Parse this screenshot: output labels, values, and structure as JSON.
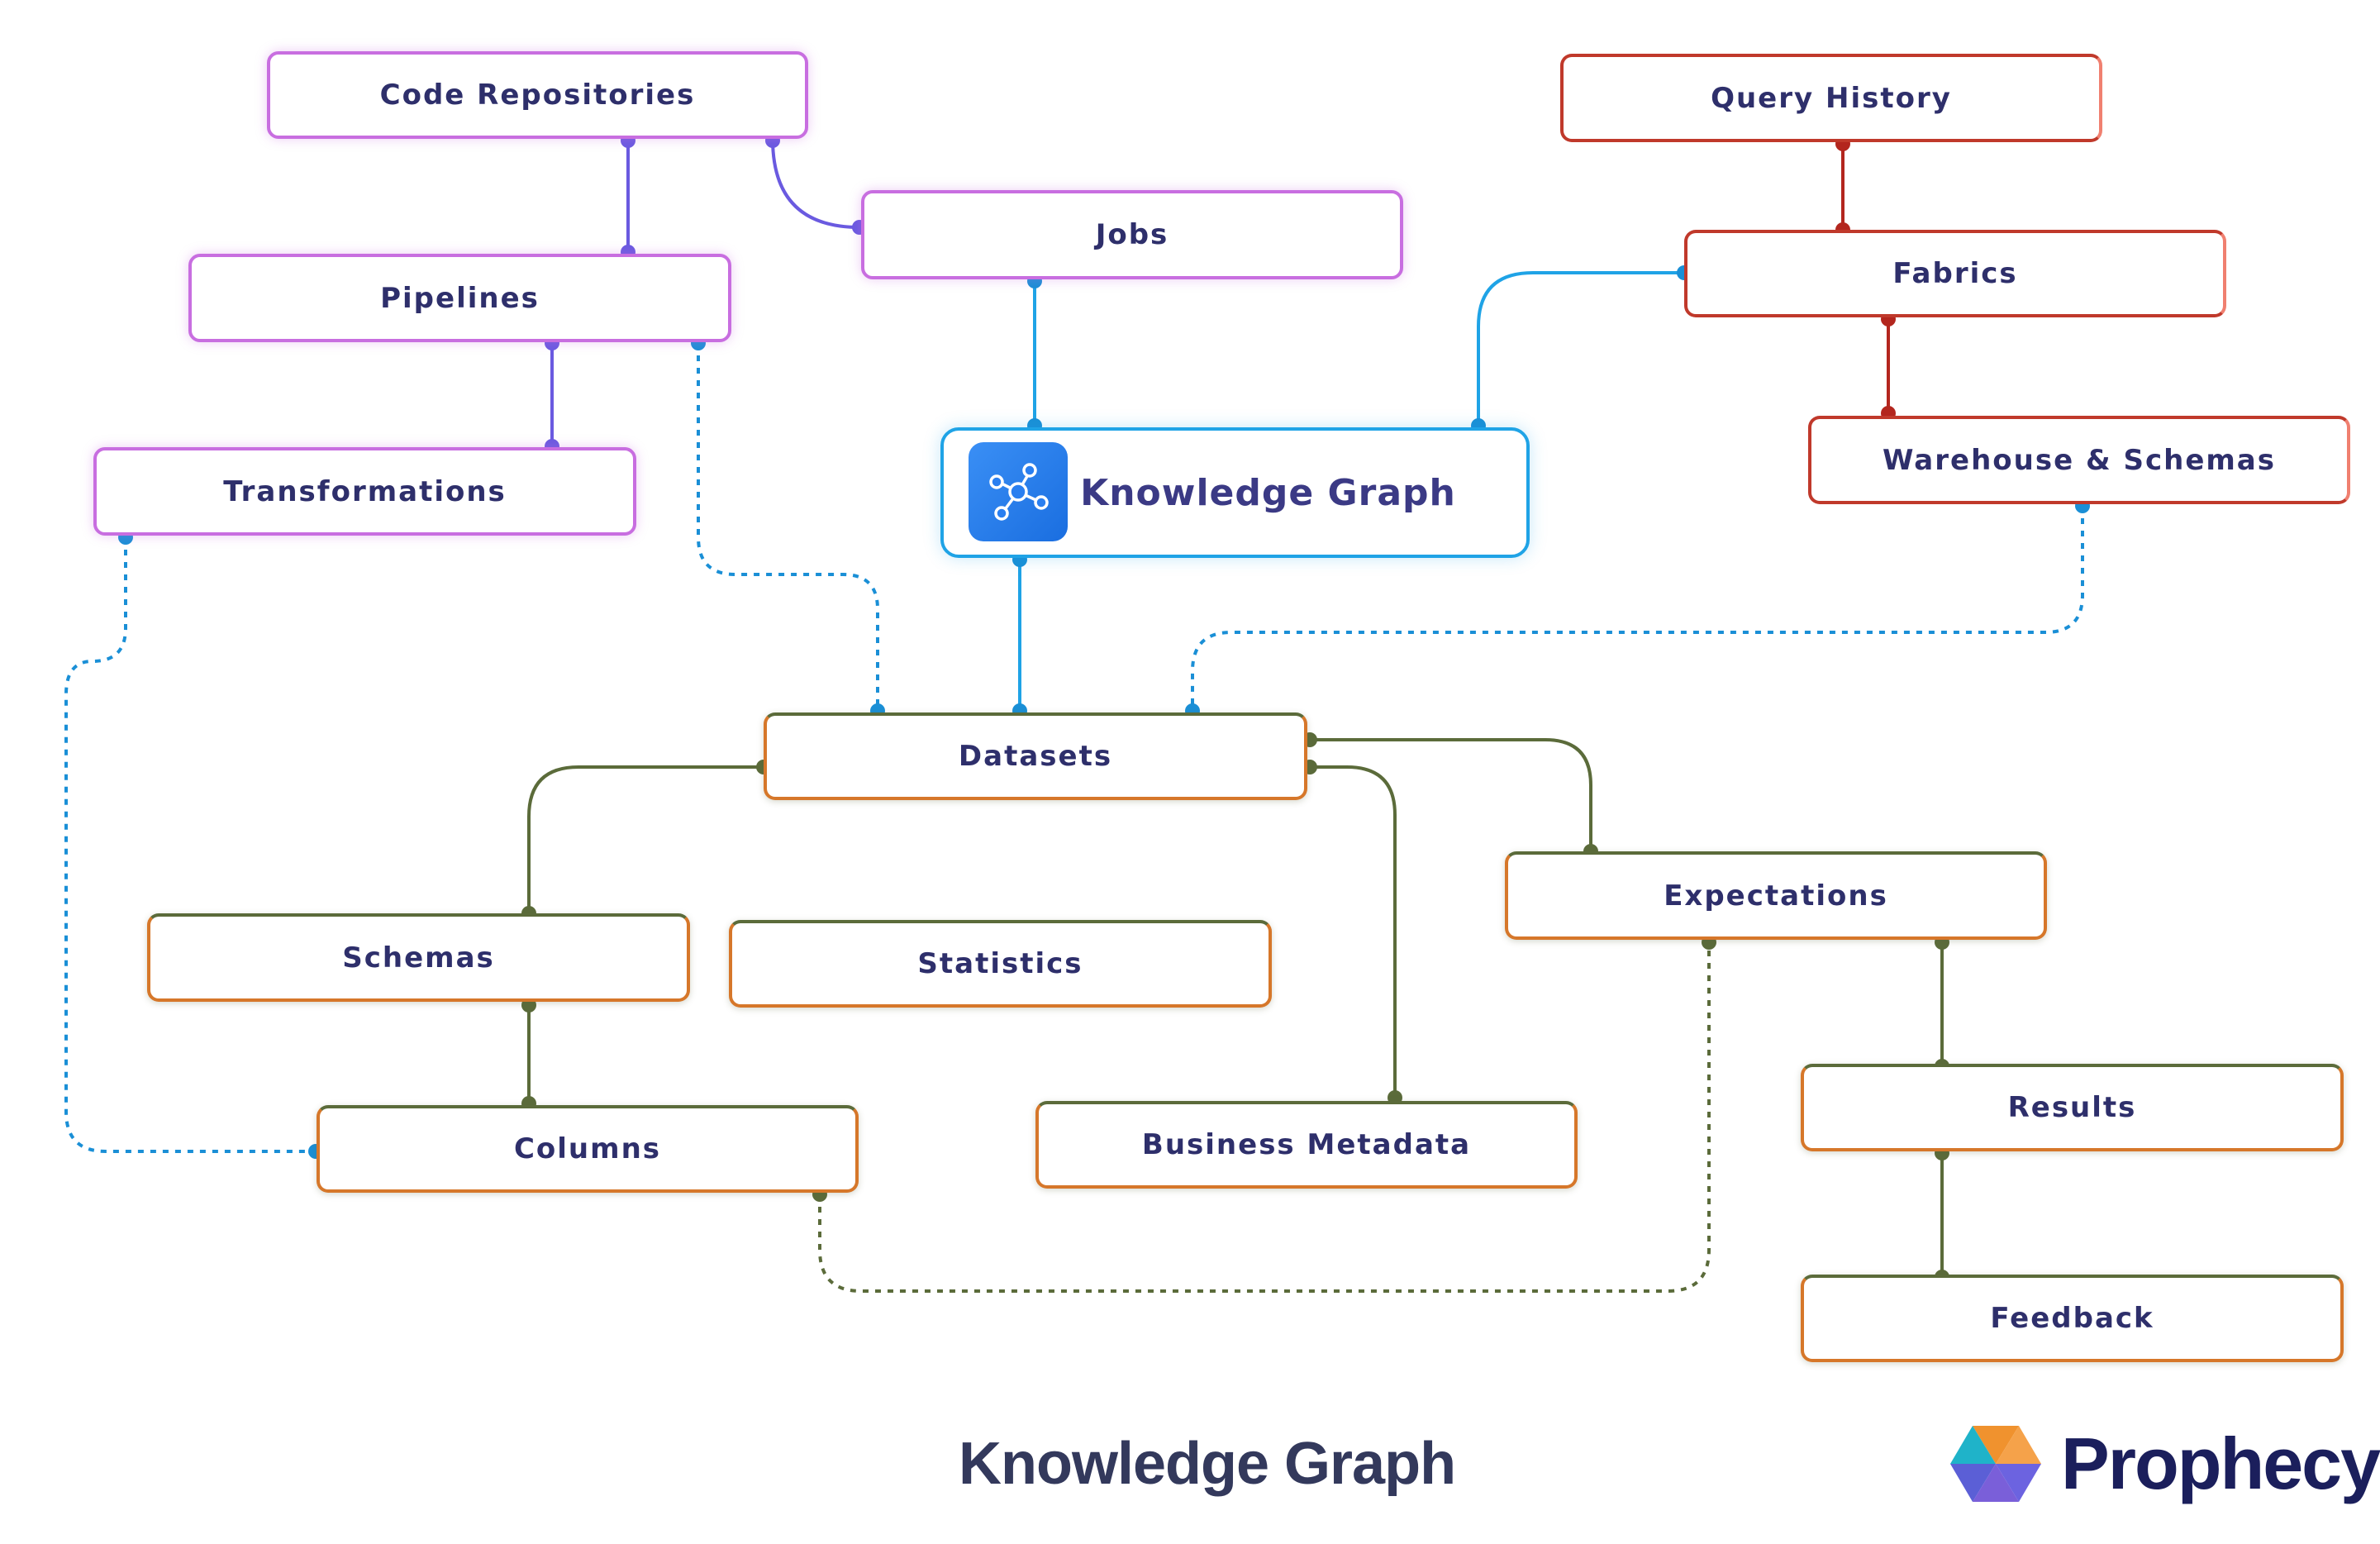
{
  "nodes": {
    "code_repositories": "Code Repositories",
    "jobs": "Jobs",
    "pipelines": "Pipelines",
    "transformations": "Transformations",
    "knowledge_graph": "Knowledge Graph",
    "query_history": "Query History",
    "fabrics": "Fabrics",
    "warehouse_schemas": "Warehouse & Schemas",
    "datasets": "Datasets",
    "schemas": "Schemas",
    "statistics": "Statistics",
    "expectations": "Expectations",
    "columns": "Columns",
    "business_metadata": "Business Metadata",
    "results": "Results",
    "feedback": "Feedback"
  },
  "caption": "Knowledge Graph",
  "brand": {
    "name": "Prophecy",
    "icon": "prophecy-logo-hexagon"
  },
  "center_icon": "graph-network-icon",
  "colors": {
    "upstream": "#6a5ae0",
    "center": "#1fa3e6",
    "infra": "#b3261e",
    "dataset": "#5b6b3a",
    "dotted_blue": "#1a8fd6",
    "dotted_olive": "#5b6b3a"
  }
}
